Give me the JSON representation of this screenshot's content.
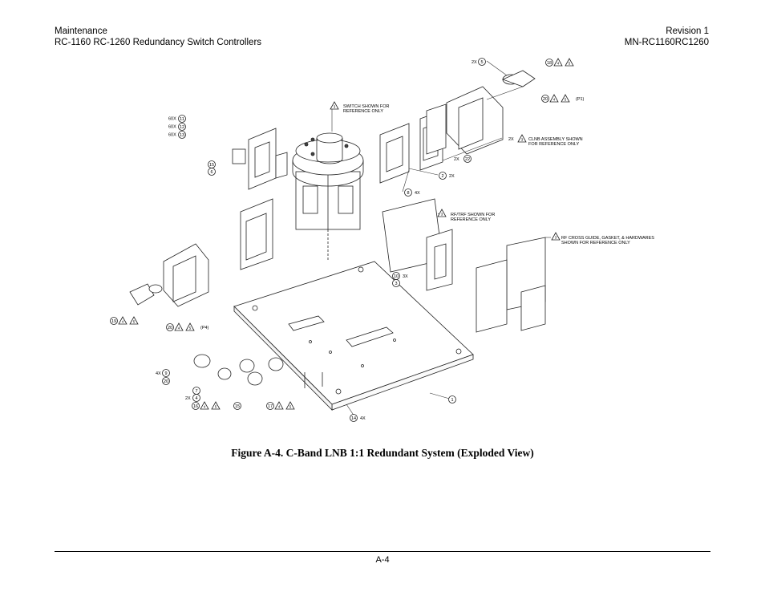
{
  "header": {
    "left_line1": "Maintenance",
    "left_line2": "RC-1160 RC-1260 Redundancy Switch Controllers",
    "right_line1": "Revision 1",
    "right_line2": "MN-RC1160RC1260"
  },
  "figure": {
    "caption": "Figure A-4. C-Band LNB 1:1 Redundant System (Exploded View)",
    "notes": {
      "switch": [
        "SWITCH SHOWN FOR",
        "REFERENCE ONLY"
      ],
      "clnb": [
        "CLNB ASSEMBLY SHOWN",
        "FOR REFERENCE ONLY"
      ],
      "rftrf": [
        "RF/TRF SHOWN FOR",
        "REFERENCE ONLY"
      ],
      "crossguide": [
        "RF CROSS GUIDE, GASKET, & HARDWARES",
        "SHOWN FOR REFERENCE ONLY"
      ]
    },
    "callouts": {
      "n1": "1",
      "n2": "2",
      "n3": "3",
      "n4": "4",
      "n5": "5",
      "n6": "6",
      "n7": "7",
      "n8": "8",
      "n9": "9",
      "n10": "10",
      "n11": "11",
      "n12": "12",
      "n13": "13",
      "n14": "14",
      "n15": "15",
      "n16": "16",
      "n17": "17",
      "n18": "18",
      "n19": "19",
      "n20": "20",
      "n22": "22"
    },
    "qty": {
      "q2x": "2X",
      "q3x": "3X",
      "q4x": "4X",
      "q60x": "60X"
    },
    "tags": {
      "p1": "(P1)",
      "p4": "(P4)"
    }
  },
  "footer": {
    "page_number": "A-4"
  }
}
